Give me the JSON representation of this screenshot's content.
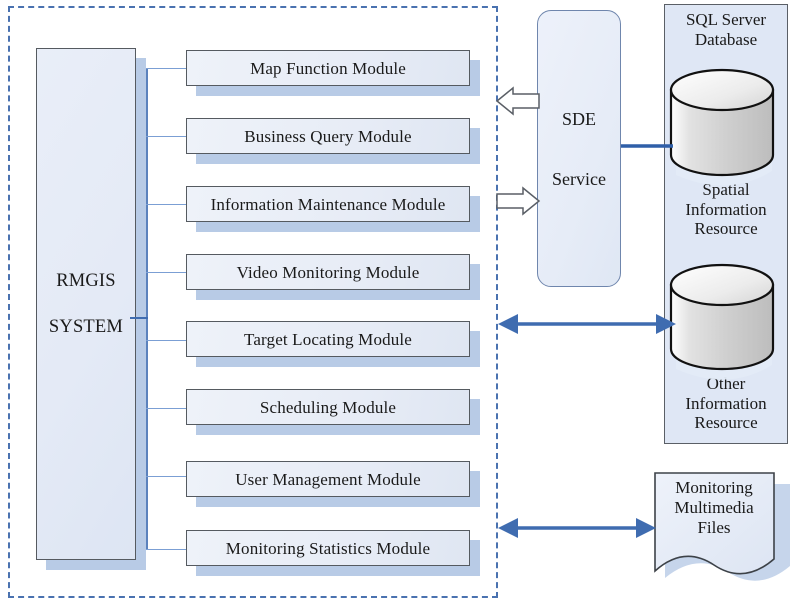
{
  "diagram": {
    "title": "RMGIS System Architecture Diagram",
    "colors": {
      "boundary_dash": "#4a72b0",
      "box_border": "#555a60",
      "box_fill": "#e7ecf6",
      "shadow": "#b8cbe6",
      "connector": "#7b9fd4",
      "trunk": "#5b82bd",
      "arrow_blue": "#3f6cb0",
      "panel_fill": "#dfe7f5",
      "cylinder_fill": "#d9d9d9"
    }
  },
  "system": {
    "name_line1": "RMGIS",
    "name_line2": "SYSTEM"
  },
  "modules": [
    {
      "label": "Map Function Module"
    },
    {
      "label": "Business Query Module"
    },
    {
      "label": "Information Maintenance Module"
    },
    {
      "label": "Video Monitoring Module"
    },
    {
      "label": "Target Locating Module"
    },
    {
      "label": "Scheduling Module"
    },
    {
      "label": "User Management Module"
    },
    {
      "label": "Monitoring Statistics Module"
    }
  ],
  "sde": {
    "line1": "SDE",
    "line2": "Service"
  },
  "database_panel": {
    "title_line1": "SQL Server",
    "title_line2": "Database",
    "resources": [
      {
        "caption_line1": "Spatial",
        "caption_line2": "Information",
        "caption_line3": "Resource"
      },
      {
        "caption_line1": "Other",
        "caption_line2": "Information",
        "caption_line3": "Resource"
      }
    ]
  },
  "multimedia": {
    "line1": "Monitoring",
    "line2": "Multimedia",
    "line3": "Files"
  },
  "arrows": {
    "sde_out_left": "hollow-arrow-left",
    "sde_in_right": "hollow-arrow-right",
    "other_resource_link": "double-headed-arrow",
    "multimedia_link": "double-headed-arrow",
    "spatial_resource_link": "solid-line"
  }
}
